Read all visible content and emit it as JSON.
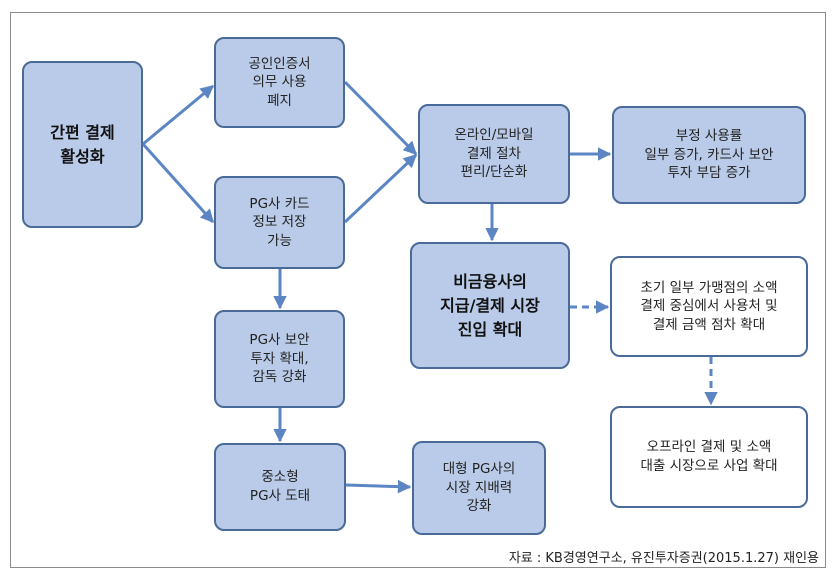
{
  "nodes": {
    "simple_payment": "간편 결제\n활성화",
    "cert_abolish": "공인인증서\n의무 사용\n폐지",
    "pg_card_store": "PG사 카드\n정보  저장\n가능",
    "pg_security": "PG사 보안\n투자 확대,\n감독 강화",
    "small_pg": "중소형\nPG사 도태",
    "large_pg": "대형 PG사의\n시장 지배력\n강화",
    "online_simplify": "온라인/모바일\n결제 절차\n편리/단순화",
    "fraud": "부정 사용률\n일부 증가, 카드사 보안\n투자 부담 증가",
    "nonfinancial_entry": "비금융사의\n지급/결제 시장\n진입 확대",
    "early_merchants": "초기 일부 가맹점의 소액\n결제 중심에서 사용처 및\n결제 금액 점차 확대",
    "offline_expand": "오프라인 결제 및 소액\n대출 시장으로 사업 확대"
  },
  "source": "자료 : KB경영연구소, 유진투자증권(2015.1.27) 재인용",
  "colors": {
    "node_fill": "#b9cbe8",
    "node_border": "#4a6a98",
    "arrow": "#5b85c3"
  }
}
